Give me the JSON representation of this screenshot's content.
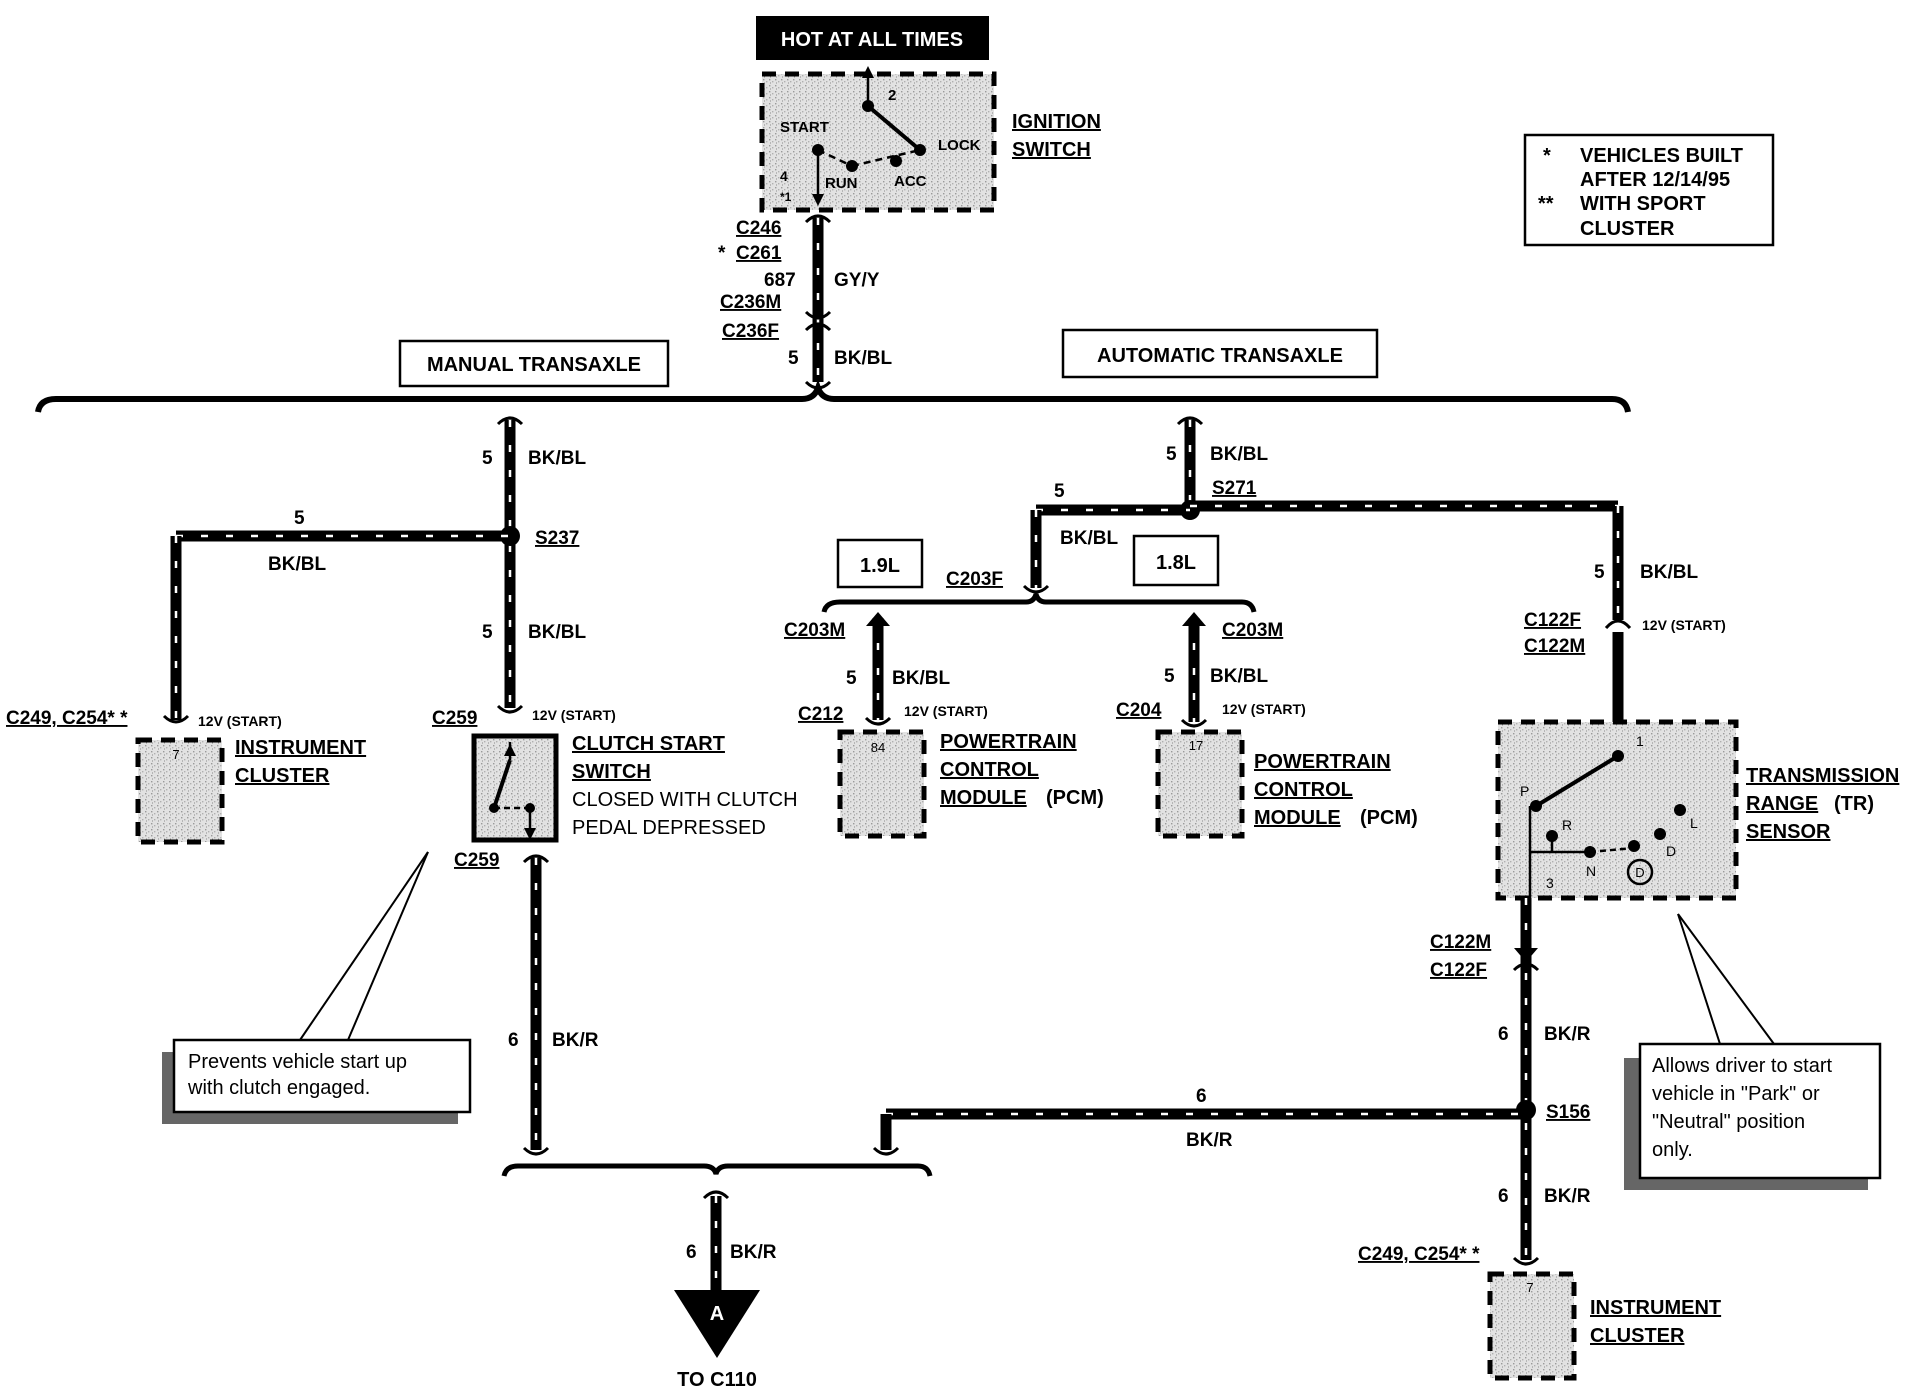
{
  "header": {
    "hot_label": "HOT AT ALL TIMES"
  },
  "legend": {
    "line1_mark": "*",
    "line1_text": "VEHICLES BUILT",
    "line2_text": "AFTER 12/14/95",
    "line3_mark": "**",
    "line3_text": "WITH SPORT",
    "line4_text": "CLUSTER"
  },
  "ignition_switch": {
    "title1": "IGNITION",
    "title2": "SWITCH",
    "positions": [
      "START",
      "RUN",
      "ACC",
      "LOCK"
    ],
    "pin_top": "2",
    "pin_bottom": "4",
    "pin_bottom_note": "*1"
  },
  "top_feed": {
    "c246": "C246",
    "c261_mark": "*",
    "c261": "C261",
    "circuit_687": "687",
    "color_gyy": "GY/Y",
    "c236m": "C236M",
    "c236f": "C236F",
    "circuit_5": "5",
    "color_bkbl": "BK/BL"
  },
  "options": {
    "manual": "MANUAL TRANSAXLE",
    "automatic": "AUTOMATIC TRANSAXLE"
  },
  "manual_side": {
    "c5": "5",
    "color": "BK/BL",
    "splice": "S237",
    "left_c5": "5",
    "left_color": "BK/BL",
    "lower_c5": "5",
    "lower_color": "BK/BL",
    "cluster_conn": "C249, C254* *",
    "cluster_volt": "12V (START)",
    "cluster_pin": "7",
    "cluster_title1": "INSTRUMENT",
    "cluster_title2": "CLUSTER",
    "c259_top": "C259",
    "switch_volt": "12V (START)",
    "switch_title1": "CLUTCH START",
    "switch_title2": "SWITCH",
    "switch_note1": "CLOSED WITH CLUTCH",
    "switch_note2": "PEDAL DEPRESSED",
    "c259_bottom": "C259",
    "c6": "6",
    "color_bkr": "BK/R",
    "callout1": "Prevents vehicle start up",
    "callout2": "with clutch engaged."
  },
  "automatic_side": {
    "c5": "5",
    "color": "BK/BL",
    "splice": "S271",
    "left_c5": "5",
    "left_color": "BK/BL",
    "opt_19": "1.9L",
    "opt_18": "1.8L",
    "c203f": "C203F",
    "left_c203m": "C203M",
    "left_c5b": "5",
    "left_colorb": "BK/BL",
    "c212": "C212",
    "left_volt": "12V (START)",
    "left_pin": "84",
    "pcm_title1": "POWERTRAIN",
    "pcm_title2": "CONTROL",
    "pcm_title3": "MODULE",
    "pcm_suffix": "(PCM)",
    "right_c203m": "C203M",
    "right_c5b": "5",
    "right_colorb": "BK/BL",
    "c204": "C204",
    "right_volt": "12V (START)",
    "right_pin": "17",
    "pcm2_title1": "POWERTRAIN",
    "pcm2_title2": "CONTROL",
    "pcm2_title3": "MODULE",
    "pcm2_suffix": "(PCM)",
    "tr_c5": "5",
    "tr_color": "BK/BL",
    "c122f": "C122F",
    "c122m": "C122M",
    "tr_volt": "12V (START)",
    "tr_title1": "TRANSMISSION",
    "tr_title2": "RANGE",
    "tr_title2b": "(TR)",
    "tr_title3": "SENSOR",
    "tr_positions": [
      "P",
      "R",
      "N",
      "D",
      "L"
    ],
    "tr_circle": "D",
    "tr_pin1": "1",
    "tr_pin3": "3",
    "c122m_b": "C122M",
    "c122f_b": "C122F",
    "c6": "6",
    "color_bkr": "BK/R",
    "splice_s156": "S156",
    "branch_c6": "6",
    "branch_color": "BK/R",
    "lower_c6": "6",
    "lower_color": "BK/R",
    "cluster_conn": "C249, C254* *",
    "cluster_pin": "7",
    "cluster_title1": "INSTRUMENT",
    "cluster_title2": "CLUSTER",
    "callout1": "Allows driver to start",
    "callout2": "vehicle  in  \"Park\"  or",
    "callout3": "\"Neutral\"     position",
    "callout4": "only."
  },
  "output": {
    "c6": "6",
    "color": "BK/R",
    "connector": "A",
    "dest": "TO C110"
  }
}
